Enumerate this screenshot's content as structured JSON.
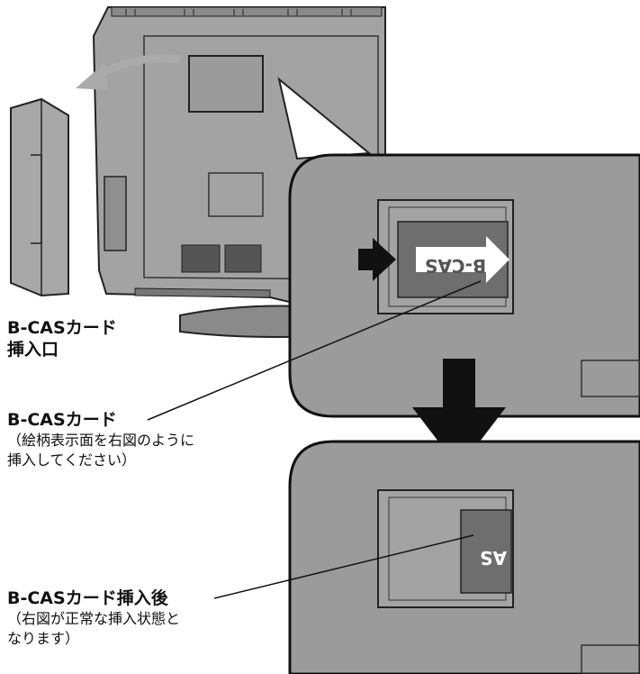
{
  "labels": {
    "slot": {
      "line1": "B-CASカード",
      "line2": "挿入口"
    },
    "card": {
      "title": "B-CASカード",
      "desc1": "（絵柄表示面を右図のように",
      "desc2": "挿入してください）"
    },
    "after": {
      "title": "B-CASカード挿入後",
      "desc1": "（右図が正常な挿入状態と",
      "desc2": "なります）"
    }
  },
  "card_marks": {
    "full": "B-CAS",
    "partial": "AS"
  },
  "colors": {
    "tv_body": "#9b9b9b",
    "tv_dark": "#6f6f6f",
    "card": "#6e6e6e",
    "arrow": "#111111"
  }
}
